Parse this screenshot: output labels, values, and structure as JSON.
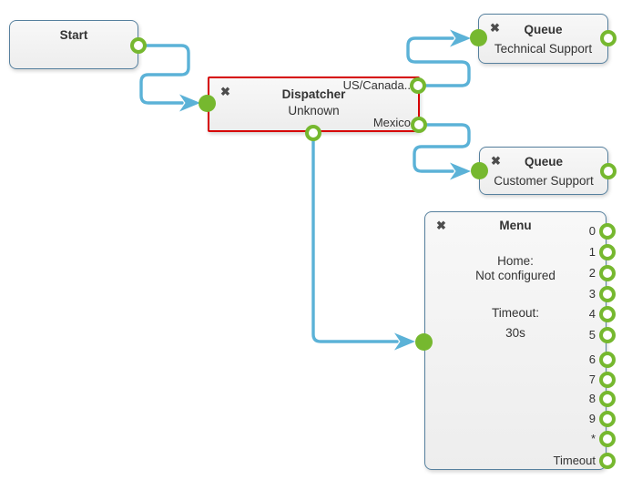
{
  "diagram": {
    "colors": {
      "port_green": "#76b82f",
      "wire_blue": "#5bb2d7",
      "node_border": "#56809e",
      "selected_border": "#d60000",
      "node_fill": "#f2f2f2",
      "text": "#333333",
      "delete_icon_gray": "#4d4d4d"
    },
    "nodes": {
      "start": {
        "title": "Start"
      },
      "dispatcher": {
        "delete_icon": "✖",
        "title": "Dispatcher",
        "subtitle": "Unknown",
        "selected": true,
        "outputs": {
          "us_canada": "US/Canada..",
          "mexico": "Mexico"
        }
      },
      "queue_technical": {
        "delete_icon": "✖",
        "title": "Queue",
        "subtitle": "Technical Support"
      },
      "queue_customer": {
        "delete_icon": "✖",
        "title": "Queue",
        "subtitle": "Customer Support"
      },
      "menu": {
        "delete_icon": "✖",
        "title": "Menu",
        "home_label": "Home:",
        "home_value": "Not configured",
        "timeout_label": "Timeout:",
        "timeout_value": "30s",
        "ports": [
          "0",
          "1",
          "2",
          "3",
          "4",
          "5",
          "6",
          "7",
          "8",
          "9",
          "*",
          "Timeout"
        ]
      }
    },
    "connections": [
      {
        "from": "start-output",
        "to": "dispatcher-input"
      },
      {
        "from": "dispatcher-output-us-canada",
        "to": "queue-technical-input"
      },
      {
        "from": "dispatcher-output-mexico",
        "to": "queue-customer-input"
      },
      {
        "from": "dispatcher-output-bottom",
        "to": "menu-input"
      }
    ]
  }
}
